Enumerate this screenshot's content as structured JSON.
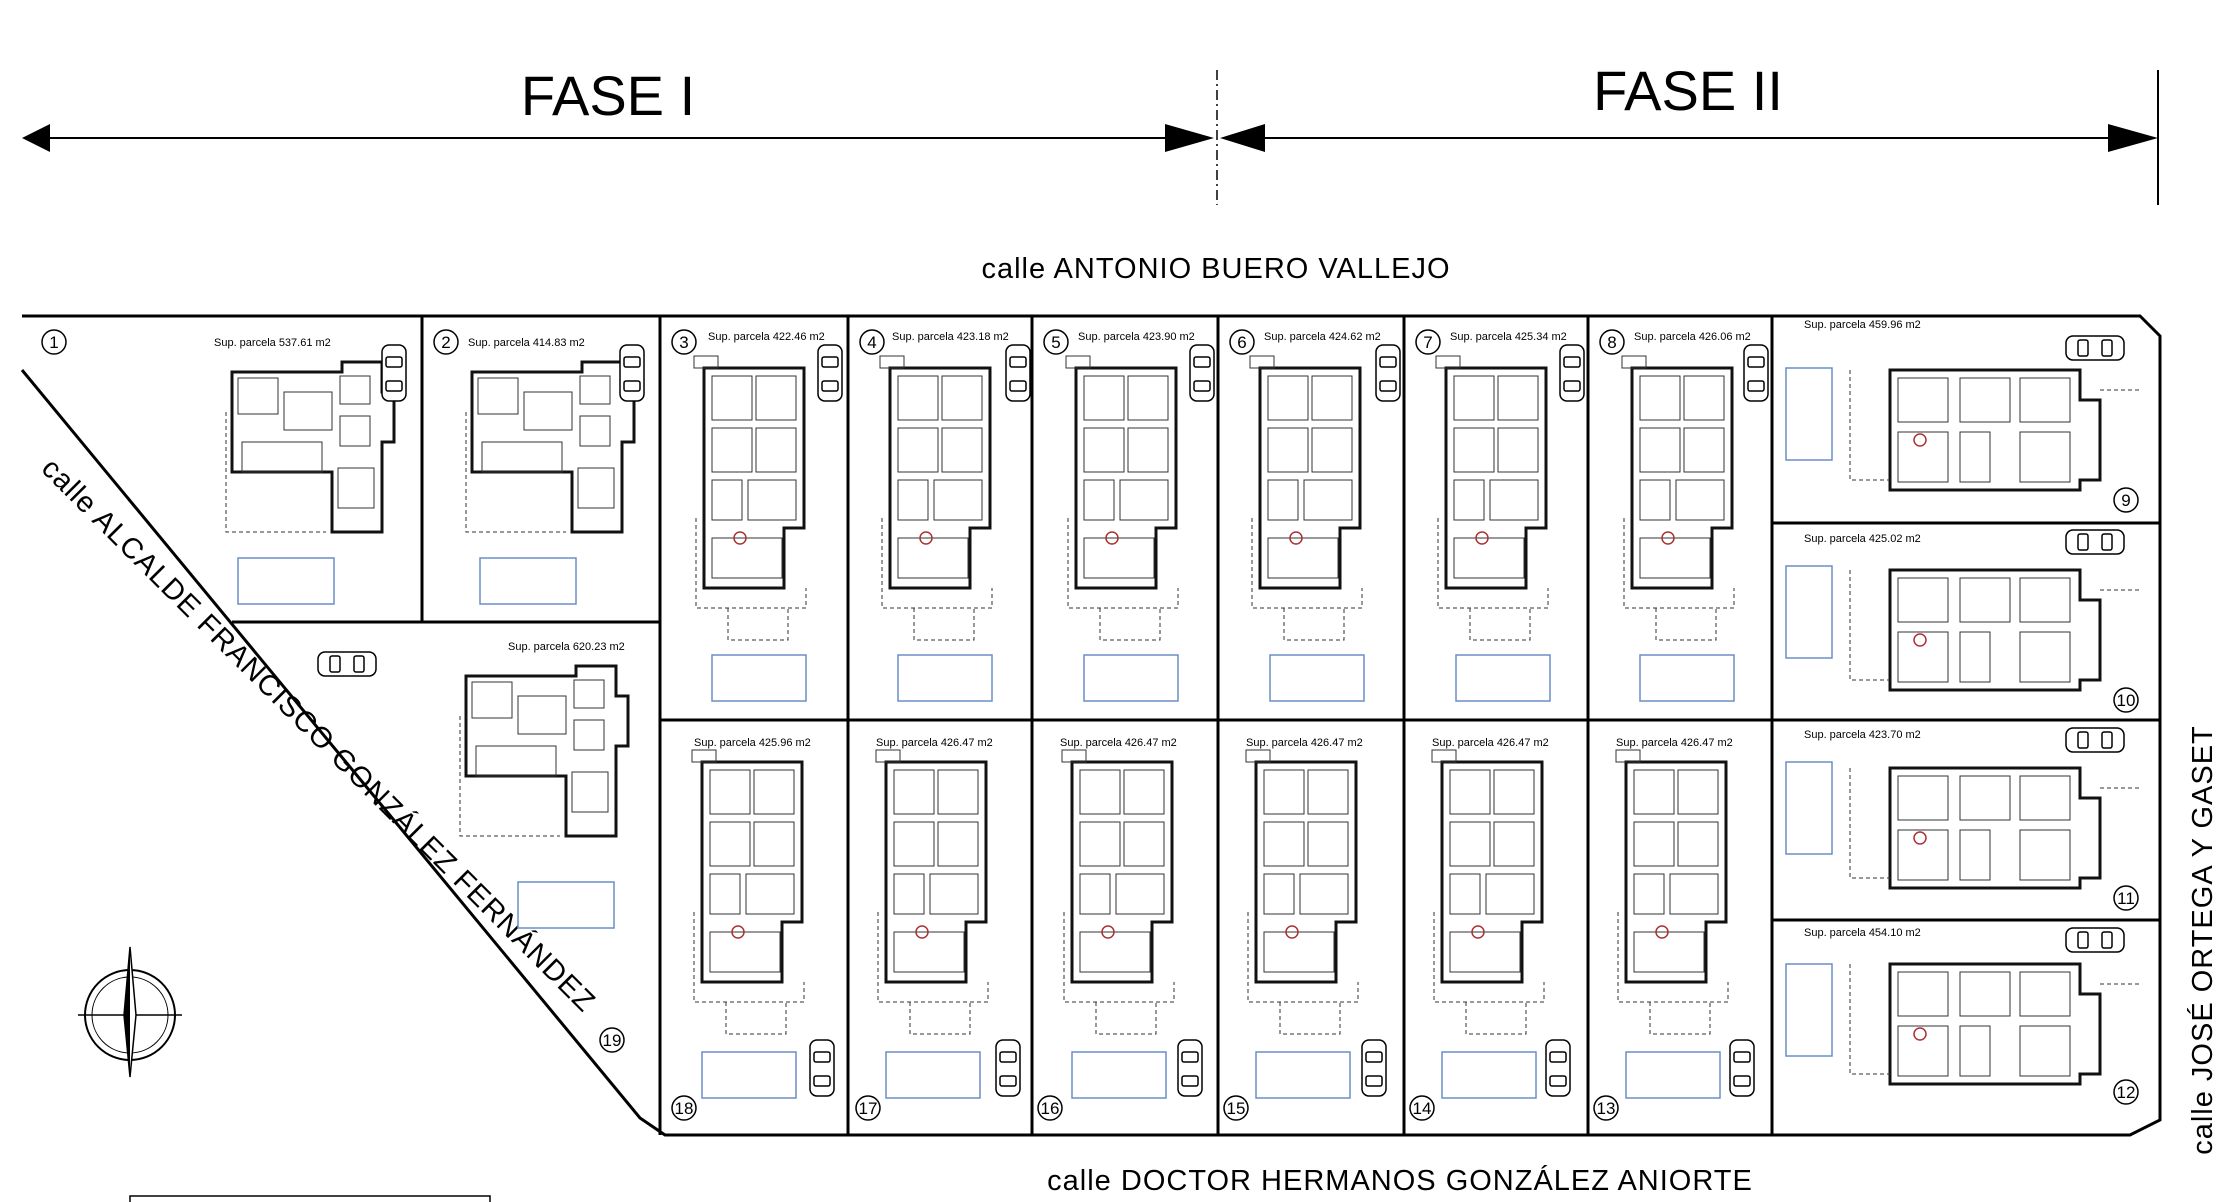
{
  "phases": {
    "phase1": "FASE I",
    "phase2": "FASE II"
  },
  "streets": {
    "top": "calle ANTONIO BUERO VALLEJO",
    "bottom": "calle DOCTOR HERMANOS GONZÁLEZ ANIORTE",
    "diagonal": "calle ALCALDE FRANCISCO GONZÁLEZ FERNÁNDEZ",
    "right": "calle JOSÉ ORTEGA Y GASET"
  },
  "lots": [
    {
      "number": "1",
      "area": "Sup. parcela 537.61 m2"
    },
    {
      "number": "2",
      "area": "Sup. parcela 414.83 m2"
    },
    {
      "number": "3",
      "area": "Sup. parcela 422.46 m2"
    },
    {
      "number": "4",
      "area": "Sup. parcela 423.18 m2"
    },
    {
      "number": "5",
      "area": "Sup. parcela 423.90 m2"
    },
    {
      "number": "6",
      "area": "Sup. parcela 424.62 m2"
    },
    {
      "number": "7",
      "area": "Sup. parcela 425.34 m2"
    },
    {
      "number": "8",
      "area": "Sup. parcela 426.06 m2"
    },
    {
      "number": "9",
      "area": "Sup. parcela 459.96 m2"
    },
    {
      "number": "10",
      "area": "Sup. parcela 425.02 m2"
    },
    {
      "number": "11",
      "area": "Sup. parcela 423.70 m2"
    },
    {
      "number": "12",
      "area": "Sup. parcela 454.10 m2"
    },
    {
      "number": "13",
      "area": "Sup. parcela 426.47 m2"
    },
    {
      "number": "14",
      "area": "Sup. parcela 426.47 m2"
    },
    {
      "number": "15",
      "area": "Sup. parcela 426.47 m2"
    },
    {
      "number": "16",
      "area": "Sup. parcela 426.47 m2"
    },
    {
      "number": "17",
      "area": "Sup. parcela 426.47 m2"
    },
    {
      "number": "18",
      "area": "Sup. parcela 425.96 m2"
    },
    {
      "number": "19",
      "area": "Sup. parcela 620.23 m2"
    }
  ],
  "icons": {
    "compass": "north-arrow-icon",
    "car": "car-icon",
    "pool": "pool-icon",
    "arrow": "arrow-head-icon"
  },
  "colors": {
    "lines": "#000000",
    "pool": "#6a8fc7"
  }
}
